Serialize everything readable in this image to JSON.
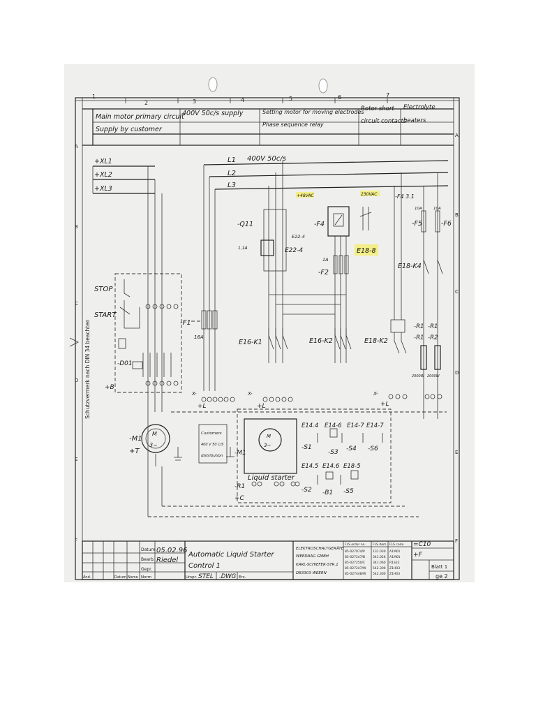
{
  "header": {
    "cells": [
      "Main motor primary circuit",
      "Supply by customer",
      "400V 50c/s supply",
      "Setting motor for moving electrodes",
      "Phase sequence relay",
      "Rotor short-",
      "circuit contacts",
      "Electrolyte",
      "heaters"
    ],
    "columns": [
      "1",
      "2",
      "3",
      "4",
      "5",
      "6",
      "7"
    ],
    "rows_left": [
      "A",
      "B",
      "C",
      "D",
      "E",
      "F"
    ],
    "rows_right": [
      "A",
      "B",
      "C",
      "D",
      "E",
      "F"
    ]
  },
  "side_text": "Schutzvermerk nach DIN 34 beachten",
  "terminals": [
    "+XL1",
    "+XL2",
    "+XL3"
  ],
  "supply": {
    "l1": "L1",
    "voltage": "400V 50c/s",
    "l2": "L2",
    "l3": "L3"
  },
  "labels": {
    "stop": "STOP",
    "start": "START",
    "d01": "-D01",
    "plus_b": "+B",
    "f1": "-F1",
    "f1_rating": "16A",
    "q11": "-Q11",
    "q11_range": "1,1A",
    "e22_4": "E22-4",
    "e22_4b": "E22-4",
    "f4": "-F4",
    "e18_8": "E18-8",
    "f2": "-F2",
    "f2_rating": "1A",
    "e16_k1": "E16-K1",
    "e16_k2": "E16-K2",
    "e18_k2": "E18-K2",
    "e18_k4": "E18-K4",
    "f5": "-F5",
    "f6": "-F6",
    "r1a": "-R1",
    "r1b": "-R1",
    "r1c": "-R1",
    "r2": "-R2",
    "x_left": "X-",
    "x_mid": "X-",
    "x_right": "X-",
    "plus_l1": "+L",
    "plus_l2": "+L",
    "plus_l3": "+L",
    "m1": "-M1",
    "plus_t": "+T",
    "motor_sym": "M",
    "motor_3": "3~",
    "m1b": "-M1",
    "customers_1": "Customers",
    "customers_2": "400 V 50 C/S",
    "customers_3": "distribution",
    "liquid_starter": "Liquid starter",
    "r1_lower": "-R1",
    "plus_c": "+C",
    "hl1": "+48VAC",
    "hl2": "230VAC",
    "handwritten_top": "-F4 3.1",
    "power_1": "2000W",
    "power_2": "2000W",
    "fuse_5": "10A",
    "fuse_6": "10A"
  },
  "control": {
    "e14_4": "E14.4",
    "e14_6": "E14-6",
    "e14_7a": "E14-7",
    "e14_7b": "E14-7",
    "e14_5": "E14.5",
    "e14_6b": "E14.6",
    "e18_5": "E18-5",
    "s1": "-S1",
    "s3": "-S3",
    "s4": "-S4",
    "s6": "-S6",
    "s2": "-S2",
    "b1": "-B1",
    "s5": "-S5"
  },
  "title_block": {
    "datum_label": "Datum",
    "datum_value": "05.02.96",
    "bearb_label": "Bearb.",
    "bearb_value": "Riedel",
    "gepr_label": "Gepr.",
    "norm_label": "Norm",
    "title_1": "Automatic Liquid Starter",
    "title_2": "Control 1",
    "urspr_label": "Urspr.",
    "urspr_value": "STEL",
    "dwg": ".DWG",
    "ers_label": "Ers.",
    "aend_label": "Änd.",
    "datum2": "Datum",
    "name_label": "Name",
    "company": [
      "ELEKTROSCHALTGERÄTE",
      "WEERNAG GMBH",
      "KARL-SCHIEFER-STR.1",
      "D83303 WEERN"
    ],
    "col_headers": [
      "FLS order no.",
      "FLS item",
      "FLS code"
    ],
    "orders": [
      "85-027074/P",
      "85-027247/B",
      "85-027250/C",
      "85-027247/W",
      "85-027448/W"
    ],
    "items": [
      "131.030",
      "341.026",
      "341.060",
      "542.300",
      "542.300"
    ],
    "codes": [
      "A1M01",
      "A1M01",
      "R1S22",
      "Z1H03",
      "Z1H03"
    ],
    "ref1": "=C10",
    "ref2": "+F",
    "blatt": "Blatt 1",
    "ge": "ge 2"
  }
}
